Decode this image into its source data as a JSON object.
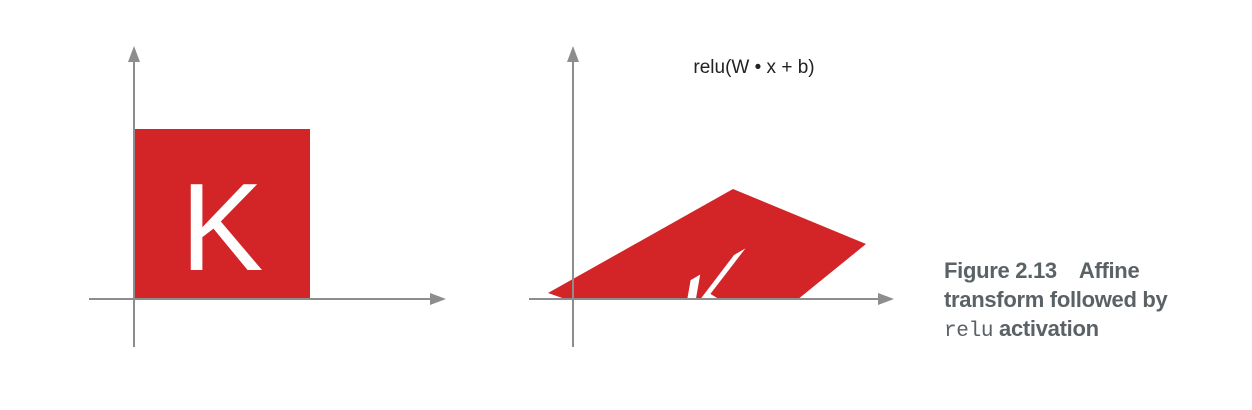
{
  "left_panel": {
    "letter": "K",
    "square_color": "#d32527"
  },
  "right_panel": {
    "formula": "relu(W • x + b)",
    "letter": "K",
    "shape_color": "#d32527"
  },
  "axis_color": "#8d8d8d",
  "caption": {
    "figure_number": "Figure 2.13",
    "line1_rest": "Affine",
    "line2": "transform followed by",
    "code": "relu",
    "line3_rest": "activation"
  }
}
